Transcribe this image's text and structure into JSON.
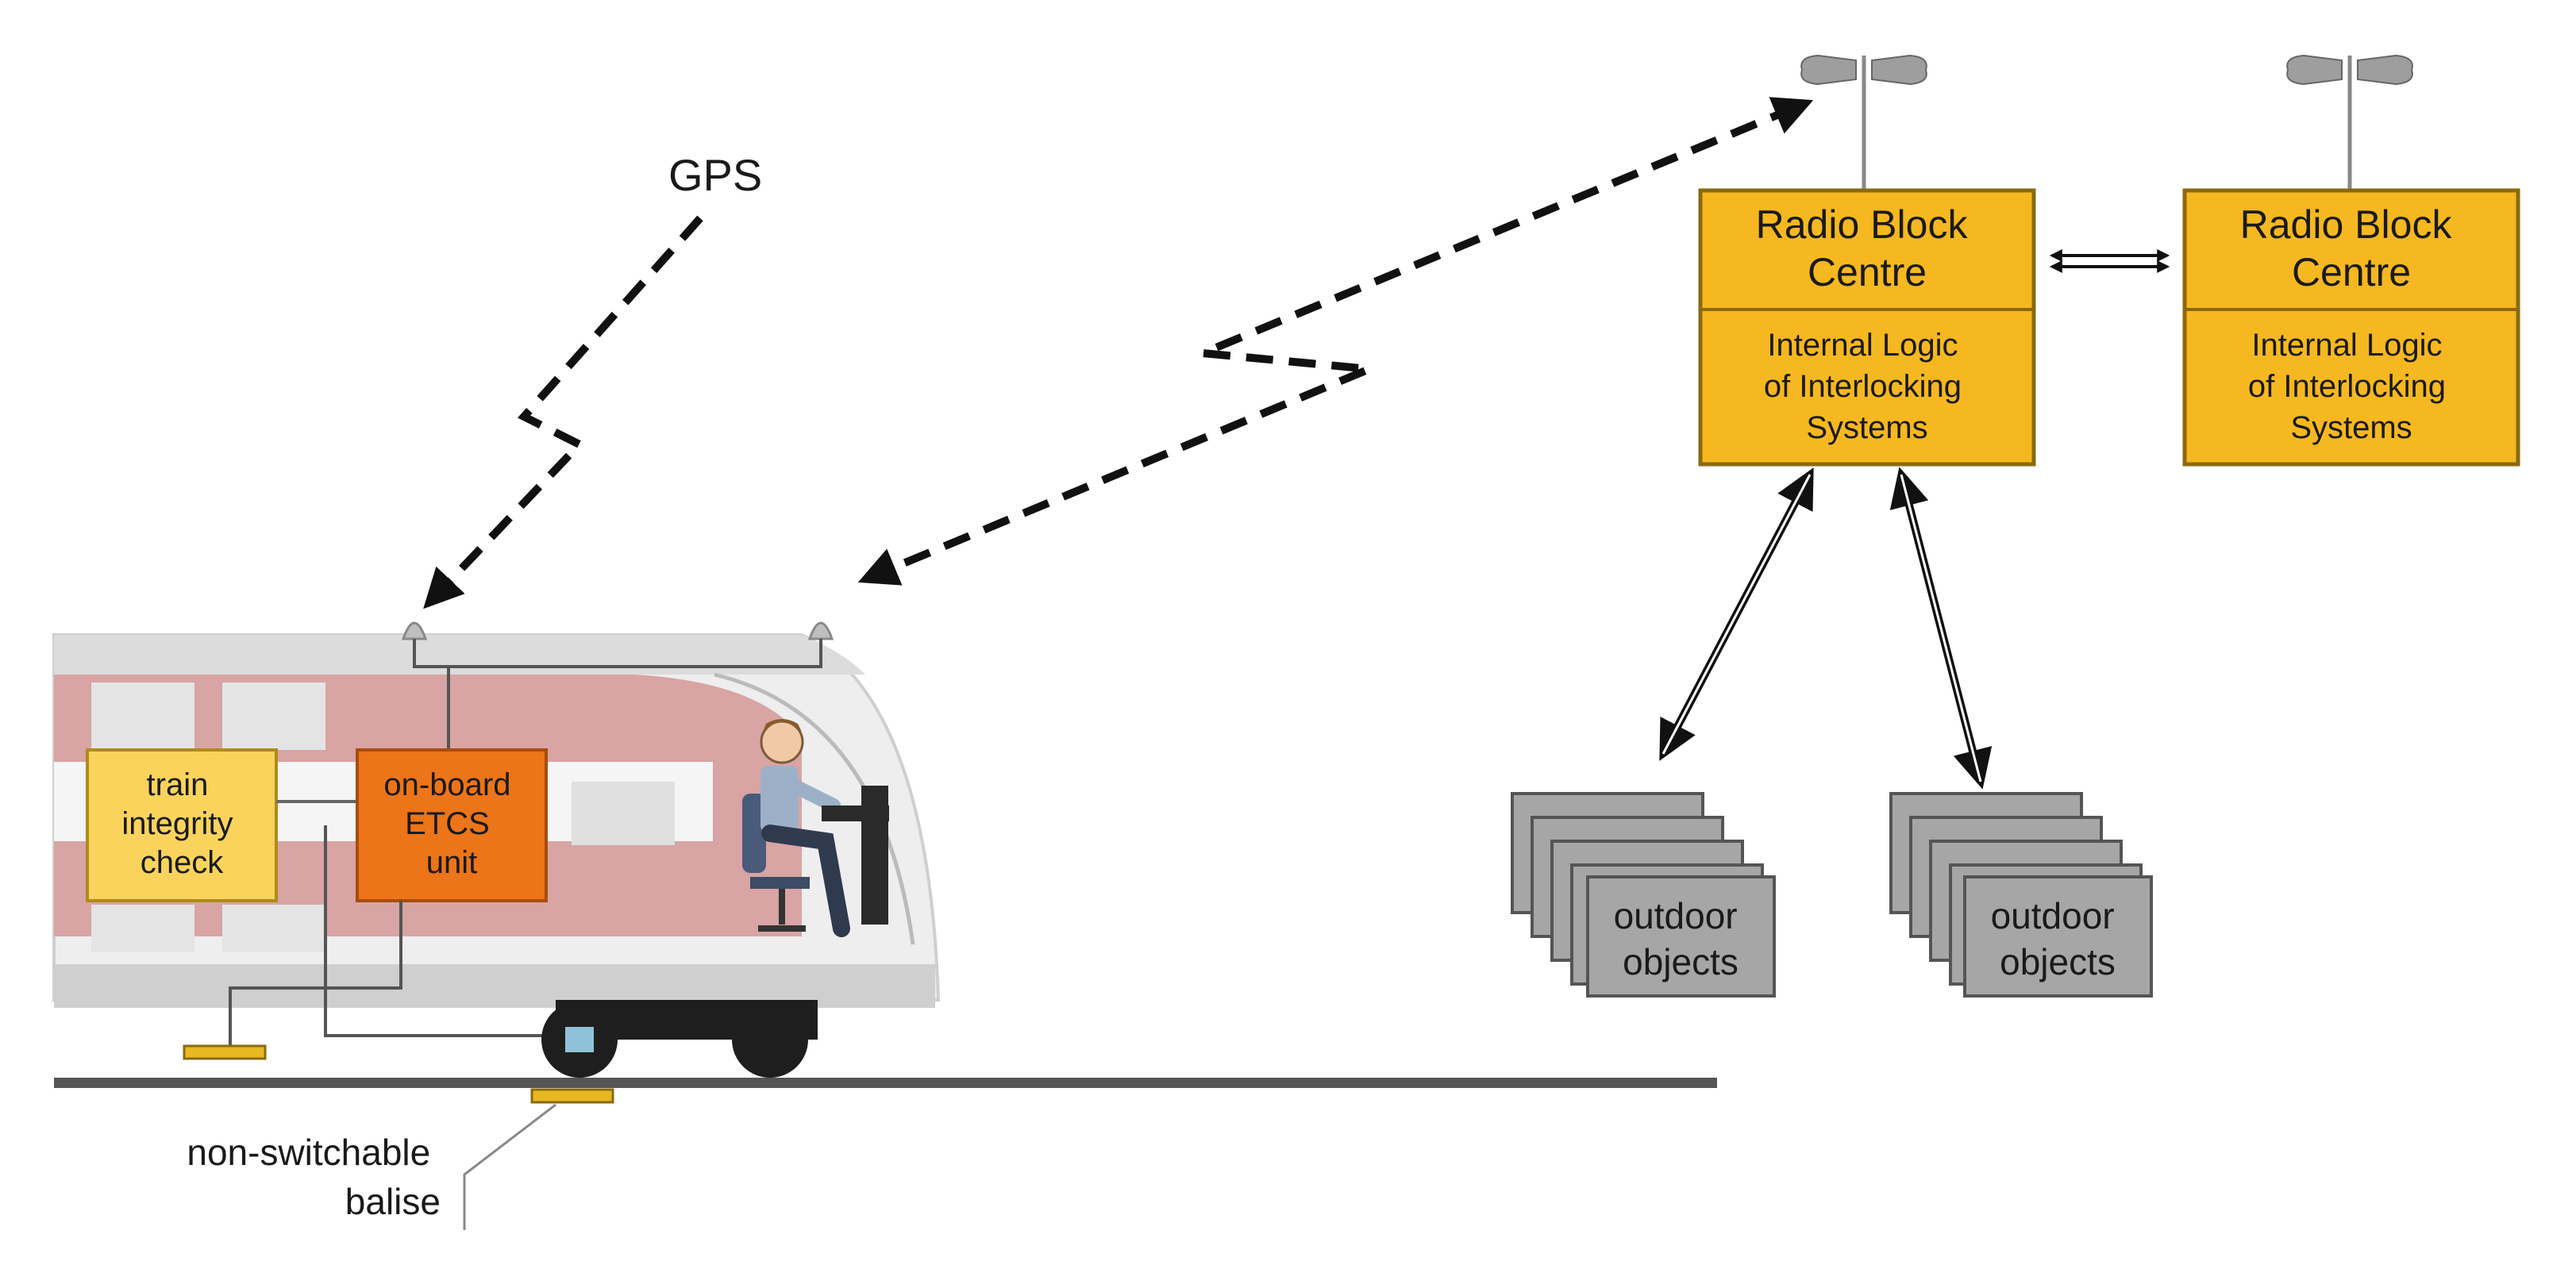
{
  "gps": {
    "label": "GPS"
  },
  "rbc": [
    {
      "title_line1": "Radio Block",
      "title_line2": "Centre",
      "sub_line1": "Internal Logic",
      "sub_line2": "of Interlocking",
      "sub_line3": "Systems"
    },
    {
      "title_line1": "Radio Block",
      "title_line2": "Centre",
      "sub_line1": "Internal Logic",
      "sub_line2": "of Interlocking",
      "sub_line3": "Systems"
    }
  ],
  "train": {
    "integrity_line1": "train",
    "integrity_line2": "integrity",
    "integrity_line3": "check",
    "etcs_line1": "on-board",
    "etcs_line2": "ETCS",
    "etcs_line3": "unit"
  },
  "outdoor": [
    {
      "line1": "outdoor",
      "line2": "objects"
    },
    {
      "line1": "outdoor",
      "line2": "objects"
    }
  ],
  "balise": {
    "line1": "non-switchable",
    "line2": "balise"
  },
  "colors": {
    "rbc_fill": "#f6b820",
    "integrity_fill": "#f9d35c",
    "etcs_fill": "#ec7419",
    "train_body": "#d8a4a4",
    "outdoor_fill": "#a6a6a6",
    "balise_fill": "#e8b820"
  }
}
